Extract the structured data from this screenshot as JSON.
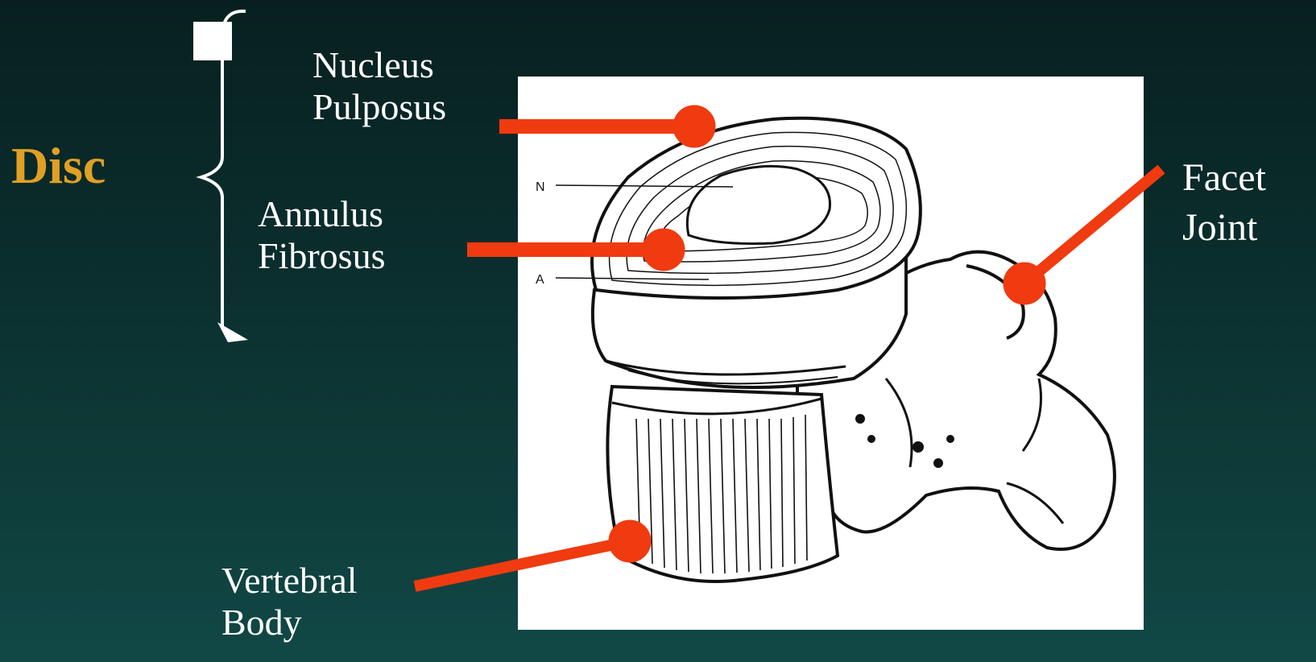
{
  "labels": {
    "disc": "Disc",
    "nucleus_pulposus": [
      "Nucleus",
      "Pulposus"
    ],
    "annulus_fibrosus": [
      "Annulus",
      "Fibrosus"
    ],
    "facet_joint": [
      "Facet",
      "Joint"
    ],
    "vertebral_body": [
      "Vertebral",
      "Body"
    ],
    "drawing_letters": [
      "N",
      "A"
    ]
  },
  "colors": {
    "background_top": "#07201f",
    "background_bottom": "#114845",
    "disc_label": "#e0a025",
    "pointer": "#f03a10",
    "text": "#ffffff"
  }
}
